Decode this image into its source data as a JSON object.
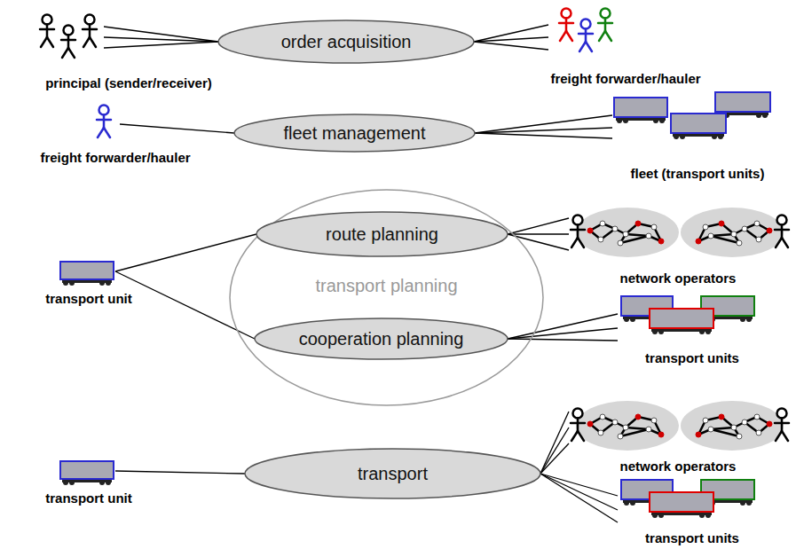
{
  "diagram": {
    "nodes": [
      {
        "text": [
          "principal (sender/receiver)"
        ]
      },
      {
        "text": [
          "order acquisition"
        ]
      },
      {
        "text": [
          "freight forwarder/hauler"
        ]
      },
      {
        "text": [
          "freight forwarder/hauler"
        ]
      },
      {
        "text": [
          "fleet management"
        ]
      },
      {
        "text": [
          "fleet (transport units)"
        ]
      },
      {
        "text": [
          "transport unit"
        ]
      },
      {
        "text": [
          "transport planning"
        ]
      },
      {
        "text": [
          "route planning"
        ],
        "in": 7
      },
      {
        "text": [
          "cooperation planning"
        ],
        "in": 7
      },
      {
        "text": [
          "network operators"
        ]
      },
      {
        "text": [
          "transport units"
        ]
      },
      {
        "text": [
          "transport unit"
        ]
      },
      {
        "text": [
          "transport"
        ]
      },
      {
        "text": [
          "network operators"
        ]
      },
      {
        "text": [
          "transport units"
        ]
      }
    ],
    "edges": [
      {
        "from": 0,
        "to": 1,
        "arrow": "none"
      },
      {
        "from": 1,
        "to": 2,
        "arrow": "none"
      },
      {
        "from": 3,
        "to": 4,
        "arrow": "none"
      },
      {
        "from": 4,
        "to": 5,
        "arrow": "none"
      },
      {
        "from": 6,
        "to": 8,
        "arrow": "none"
      },
      {
        "from": 6,
        "to": 9,
        "arrow": "none"
      },
      {
        "from": 8,
        "to": 10,
        "arrow": "none"
      },
      {
        "from": 9,
        "to": 11,
        "arrow": "none"
      },
      {
        "from": 12,
        "to": 13,
        "arrow": "none"
      },
      {
        "from": 13,
        "to": 14,
        "arrow": "none"
      },
      {
        "from": 13,
        "to": 15,
        "arrow": "none"
      }
    ]
  }
}
